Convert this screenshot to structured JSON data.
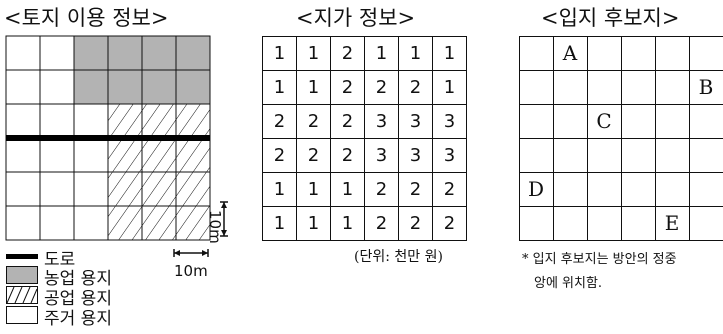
{
  "land_use": {
    "title": "<토지 이용 정보>",
    "legend": [
      {
        "key": "road",
        "label": "도로"
      },
      {
        "key": "farm",
        "label": "농업 용지"
      },
      {
        "key": "industrial",
        "label": "공업 용지"
      },
      {
        "key": "residential",
        "label": "주거 용지"
      }
    ],
    "scale_h": "10m",
    "scale_v": "10m",
    "rows": [
      [
        "res",
        "res",
        "farm",
        "farm",
        "farm",
        "farm"
      ],
      [
        "res",
        "res",
        "farm",
        "farm",
        "farm",
        "farm"
      ],
      [
        "res",
        "res",
        "res",
        "ind",
        "ind",
        "ind"
      ],
      [
        "res",
        "res",
        "res",
        "ind",
        "ind",
        "ind"
      ],
      [
        "res",
        "res",
        "res",
        "ind",
        "ind",
        "ind"
      ],
      [
        "res",
        "res",
        "res",
        "ind",
        "ind",
        "ind"
      ]
    ],
    "road_after_row": 3
  },
  "price": {
    "title": "<지가 정보>",
    "unit_note": "(단위: 천만 원)",
    "rows": [
      [
        "1",
        "1",
        "2",
        "1",
        "1",
        "1"
      ],
      [
        "1",
        "1",
        "2",
        "2",
        "2",
        "1"
      ],
      [
        "2",
        "2",
        "2",
        "3",
        "3",
        "3"
      ],
      [
        "2",
        "2",
        "2",
        "3",
        "3",
        "3"
      ],
      [
        "1",
        "1",
        "1",
        "2",
        "2",
        "2"
      ],
      [
        "1",
        "1",
        "1",
        "2",
        "2",
        "2"
      ]
    ]
  },
  "sites": {
    "title": "<입지 후보지>",
    "note_line1": "* 입지 후보지는 방안의 정중",
    "note_line2": "앙에 위치함.",
    "candidates": [
      {
        "label": "A",
        "row": 1,
        "col": 2
      },
      {
        "label": "B",
        "row": 2,
        "col": 6
      },
      {
        "label": "C",
        "row": 3,
        "col": 3
      },
      {
        "label": "D",
        "row": 5,
        "col": 1
      },
      {
        "label": "E",
        "row": 6,
        "col": 5
      }
    ]
  }
}
